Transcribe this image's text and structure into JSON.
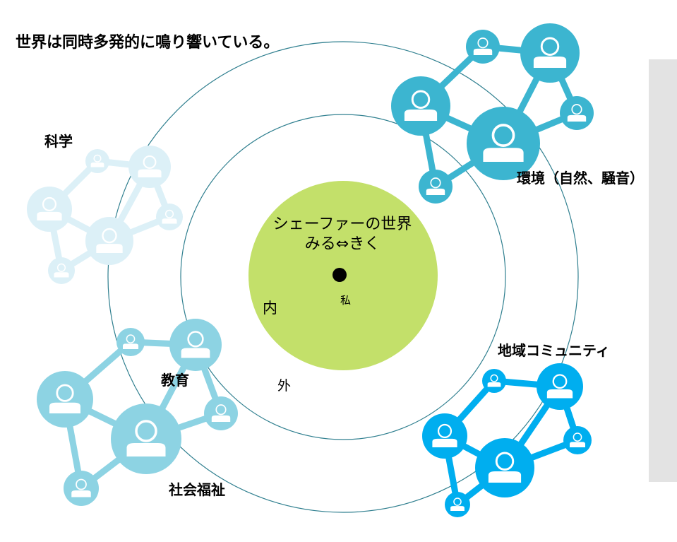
{
  "title": "世界は同時多発的に鳴り響いている。",
  "center": {
    "line1": "シェーファーの世界",
    "line2": "みる⇔きく",
    "me": "私",
    "inner": "内",
    "outer": "外",
    "fill": "#c3e06a"
  },
  "ring_color": "#2f7f8f",
  "networks": [
    {
      "id": "kagaku",
      "label": "科学",
      "color": "#dcf0f7"
    },
    {
      "id": "kankyo",
      "label": "環境（自然、騒音）",
      "color": "#3cb5d0"
    },
    {
      "id": "chiiki",
      "label": "地域コミュニティ",
      "color": "#00aeef"
    },
    {
      "id": "kyoiku",
      "label": "教育",
      "color": "#8dd3e3"
    },
    {
      "id": "fukushi",
      "label": "社会福祉",
      "color": "#8dd3e3"
    }
  ]
}
